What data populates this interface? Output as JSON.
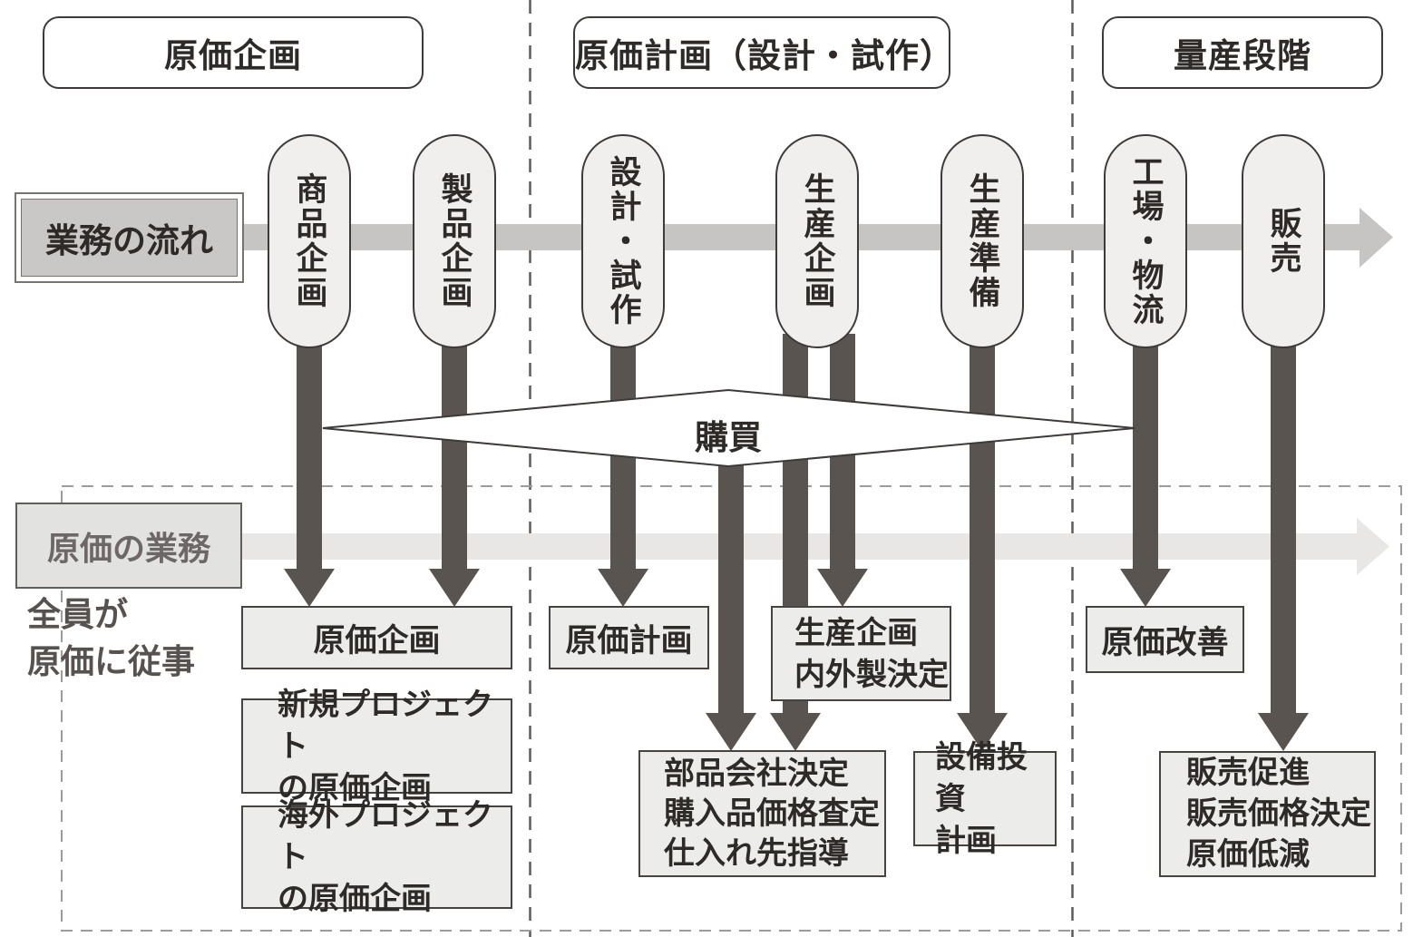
{
  "colors": {
    "dark_line": "#3e3a39",
    "dark_arrow": "#5a5450",
    "flow_band": "#c6c5c4",
    "cost_band": "#e8e7e6",
    "box_fill": "#ececeb",
    "pill_fill": "#f0efee",
    "text_dark": "#2e2a28",
    "text_gray": "#6d6867",
    "dash_section": "#5e5c5a",
    "dash_region": "#9d9c9b"
  },
  "phases": [
    {
      "label": "原価企画"
    },
    {
      "label": "原価計画（設計・試作）"
    },
    {
      "label": "量産段階"
    }
  ],
  "flow_row": {
    "label": "業務の流れ"
  },
  "cost_row": {
    "label": "原価の業務"
  },
  "side_note": "全員が\n原価に従事",
  "purchasing": {
    "label": "購買"
  },
  "pills": [
    {
      "label": "商品企画"
    },
    {
      "label": "製品企画"
    },
    {
      "label": "設計・試作"
    },
    {
      "label": "生産企画"
    },
    {
      "label": "生産準備"
    },
    {
      "label": "工場・物流"
    },
    {
      "label": "販売"
    }
  ],
  "boxes": {
    "cost_planning": "原価企画",
    "new_project": "新規プロジェクト\nの原価企画",
    "overseas_project": "海外プロジェクト\nの原価企画",
    "cost_plan": "原価計画",
    "production_planning": "生産企画\n内外製決定",
    "parts": "部品会社決定\n購入品価格査定\n仕入れ先指導",
    "equipment": "設備投資\n計画",
    "cost_improvement": "原価改善",
    "sales_promo": "販売促進\n販売価格決定\n原価低減"
  }
}
